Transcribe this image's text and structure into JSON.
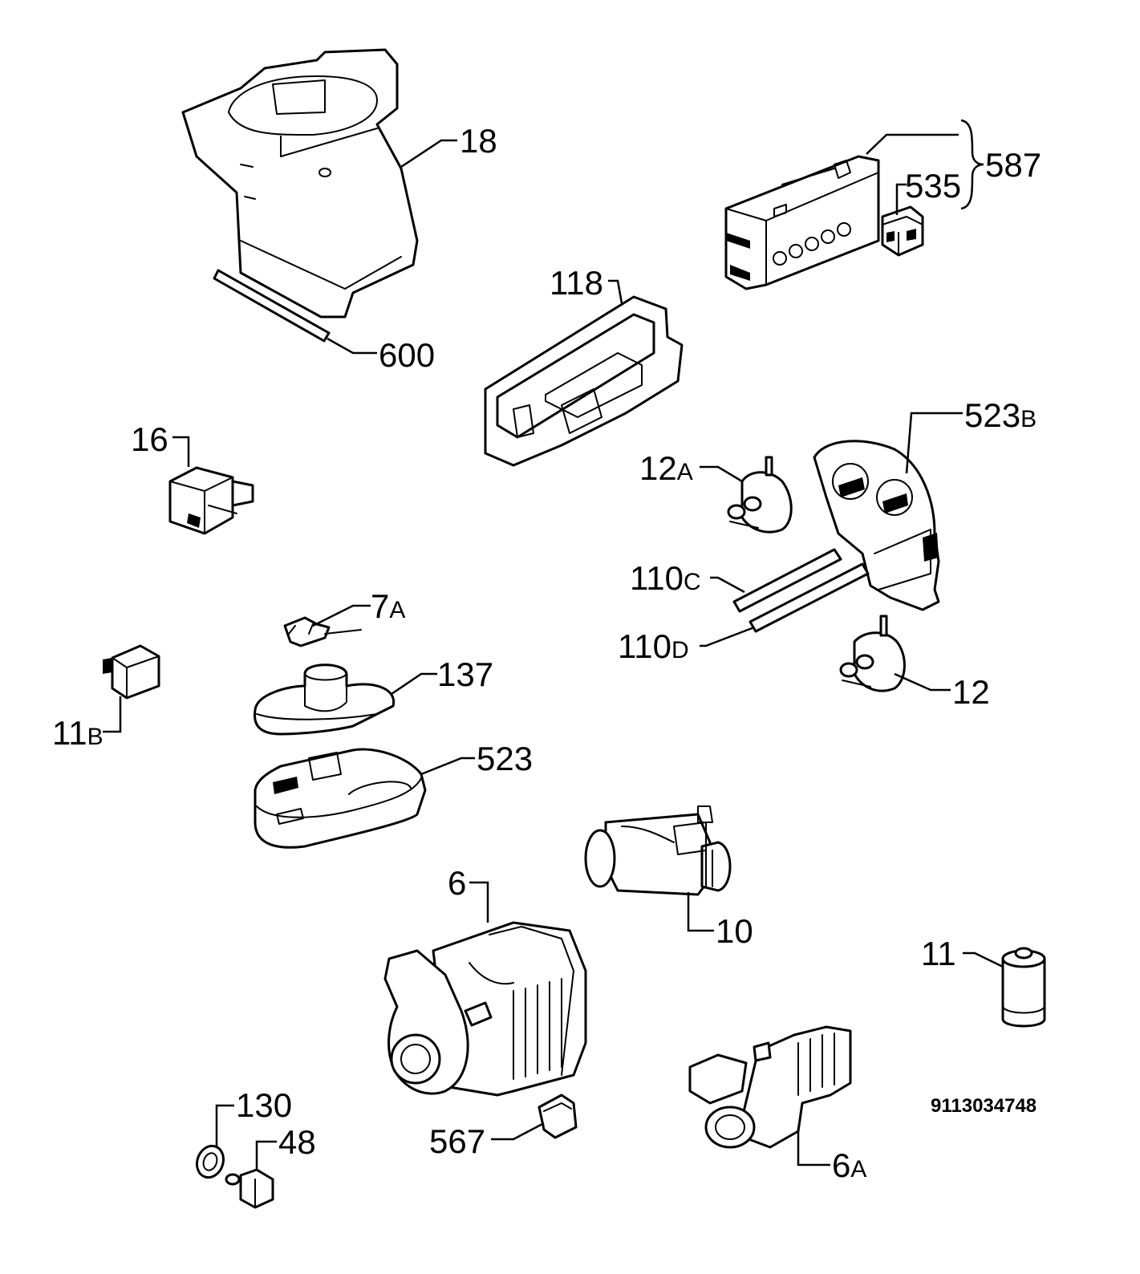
{
  "labels": {
    "p18": "18",
    "p600": "600",
    "p587": "587",
    "p535": "535",
    "p118": "118",
    "p523b": {
      "num": "523",
      "suffix": "B"
    },
    "p16": "16",
    "p12a": {
      "num": "12",
      "suffix": "A"
    },
    "p110c": {
      "num": "110",
      "suffix": "C"
    },
    "p110d": {
      "num": "110",
      "suffix": "D"
    },
    "p7a": {
      "num": "7",
      "suffix": "A"
    },
    "p137": "137",
    "p11b": {
      "num": "11",
      "suffix": "B"
    },
    "p12": "12",
    "p523": "523",
    "p10": "10",
    "p6": "6",
    "p11": "11",
    "p130": "130",
    "p48": "48",
    "p567": "567",
    "p6a": {
      "num": "6",
      "suffix": "A"
    }
  },
  "drawing_code": "9113034748"
}
